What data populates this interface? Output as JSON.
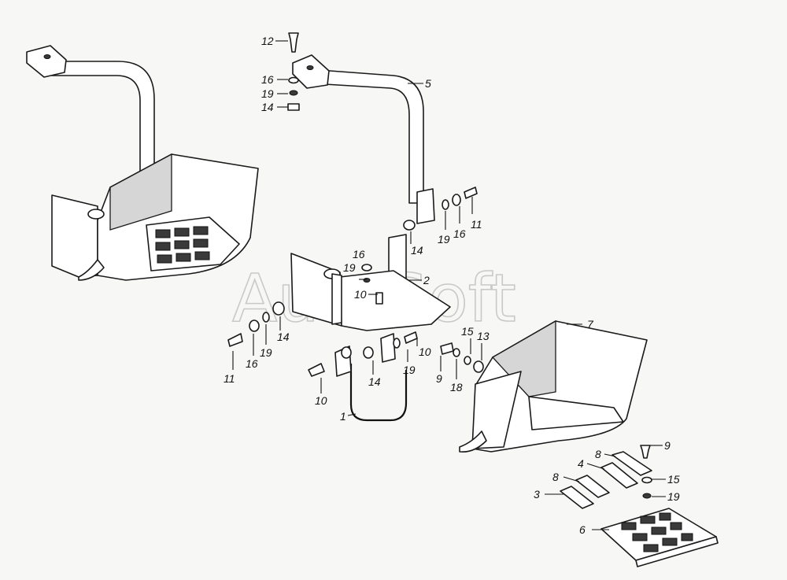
{
  "watermark": "AutoSoft",
  "callouts": [
    {
      "id": "c12",
      "text": "12"
    },
    {
      "id": "c5",
      "text": "5"
    },
    {
      "id": "c16a",
      "text": "16"
    },
    {
      "id": "c19a",
      "text": "19"
    },
    {
      "id": "c14a",
      "text": "14"
    },
    {
      "id": "c11a",
      "text": "11"
    },
    {
      "id": "c16b",
      "text": "16"
    },
    {
      "id": "c19b",
      "text": "19"
    },
    {
      "id": "c14b",
      "text": "14"
    },
    {
      "id": "c16c",
      "text": "16"
    },
    {
      "id": "c19c",
      "text": "19"
    },
    {
      "id": "c2",
      "text": "2"
    },
    {
      "id": "c10a",
      "text": "10"
    },
    {
      "id": "c14c",
      "text": "14"
    },
    {
      "id": "c11b",
      "text": "11"
    },
    {
      "id": "c16d",
      "text": "16"
    },
    {
      "id": "c19d",
      "text": "19"
    },
    {
      "id": "c10b",
      "text": "10"
    },
    {
      "id": "c19e",
      "text": "19"
    },
    {
      "id": "c14d",
      "text": "14"
    },
    {
      "id": "c10c",
      "text": "10"
    },
    {
      "id": "c1",
      "text": "1"
    },
    {
      "id": "c15a",
      "text": "15"
    },
    {
      "id": "c13",
      "text": "13"
    },
    {
      "id": "c9a",
      "text": "9"
    },
    {
      "id": "c18",
      "text": "18"
    },
    {
      "id": "c7",
      "text": "7"
    },
    {
      "id": "c9b",
      "text": "9"
    },
    {
      "id": "c8a",
      "text": "8"
    },
    {
      "id": "c4",
      "text": "4"
    },
    {
      "id": "c8b",
      "text": "8"
    },
    {
      "id": "c15b",
      "text": "15"
    },
    {
      "id": "c3",
      "text": "3"
    },
    {
      "id": "c19f",
      "text": "19"
    },
    {
      "id": "c6",
      "text": "6"
    }
  ]
}
